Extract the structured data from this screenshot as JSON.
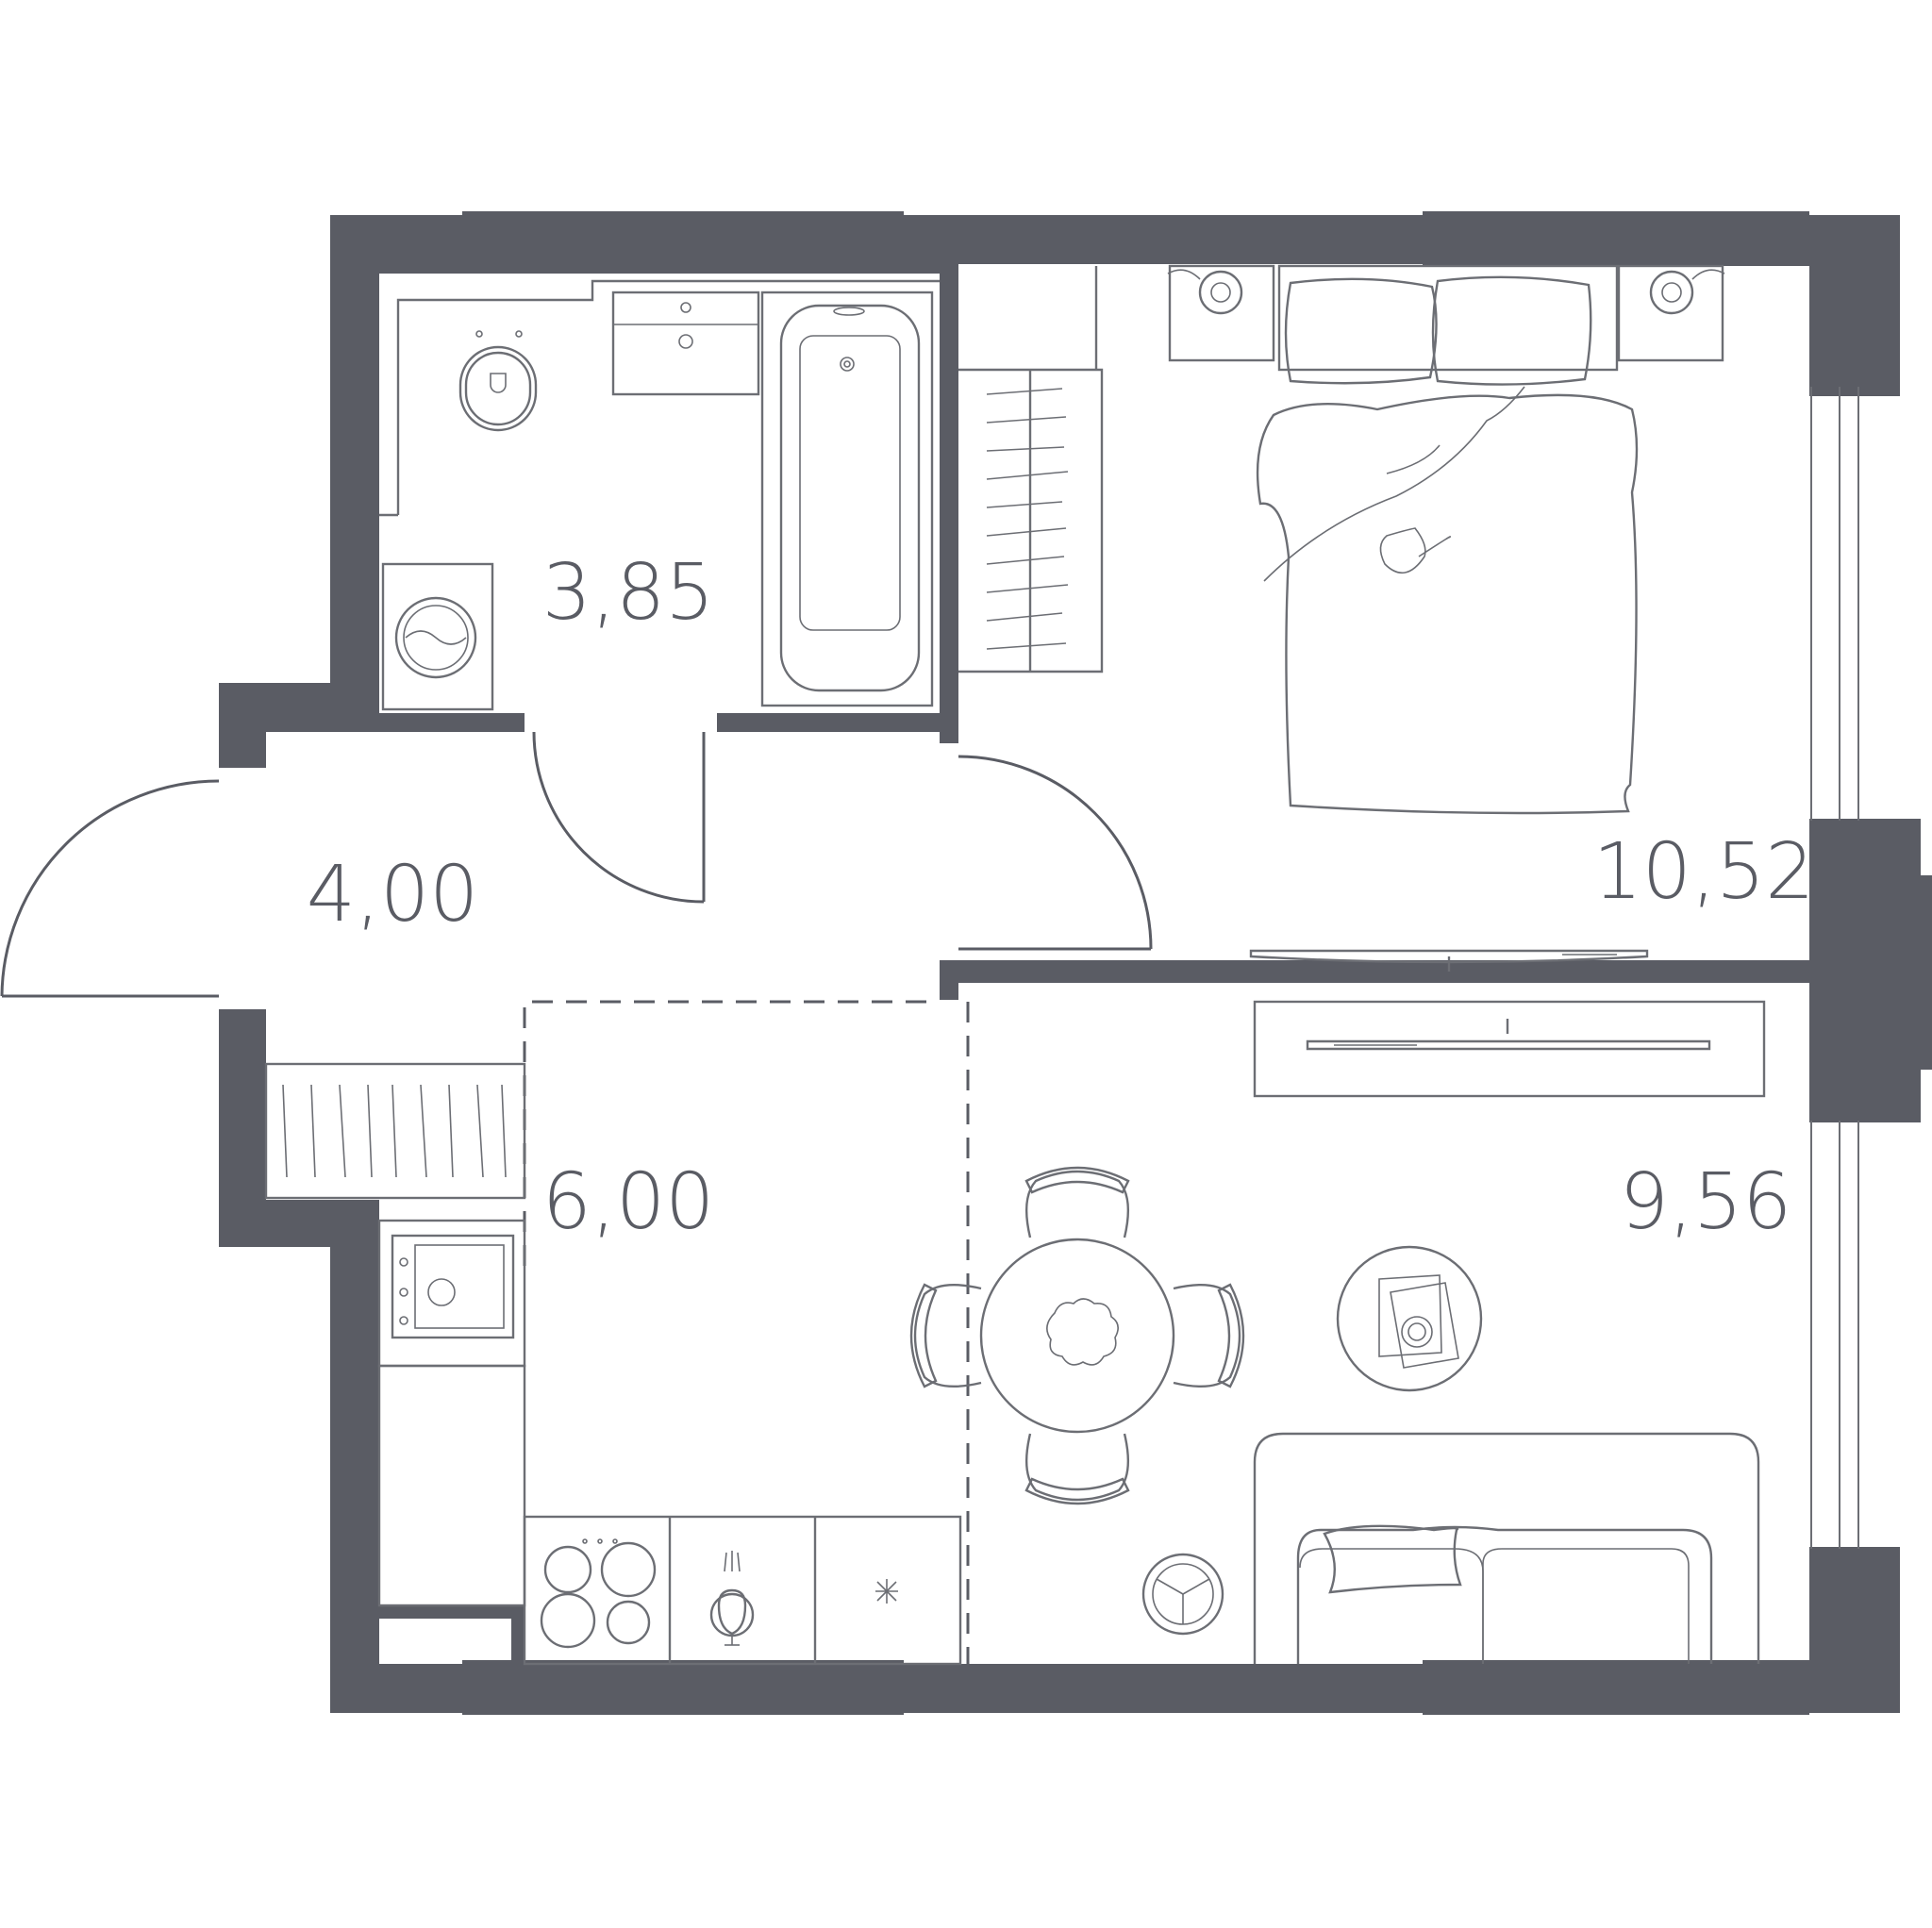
{
  "colors": {
    "wall": "#5a5c64",
    "line": "#6c6e74",
    "background": "#ffffff"
  },
  "rooms": [
    {
      "id": "bathroom",
      "area": "3,85"
    },
    {
      "id": "hallway",
      "area": "4,00"
    },
    {
      "id": "kitchen",
      "area": "6,00"
    },
    {
      "id": "bedroom",
      "area": "10,52"
    },
    {
      "id": "living",
      "area": "9,56"
    }
  ]
}
